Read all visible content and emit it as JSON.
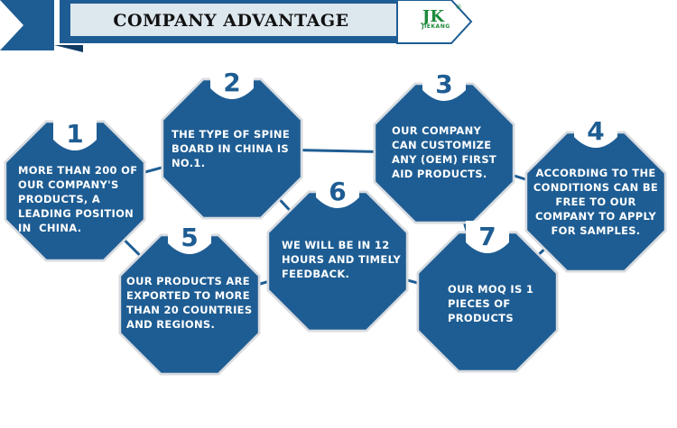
{
  "header": {
    "title": "COMPANY ADVANTAGE",
    "brand_letter": "JK",
    "brand_name": "JIEKANG",
    "trademark": "®"
  },
  "advantages": [
    {
      "number": "1",
      "lines": [
        "MORE THAN 200 OF",
        "OUR COMPANY'S",
        "PRODUCTS, A",
        "LEADING POSITION",
        "IN  CHINA."
      ]
    },
    {
      "number": "2",
      "lines": [
        "THE TYPE OF SPINE",
        "BOARD IN CHINA IS",
        "NO.1."
      ]
    },
    {
      "number": "3",
      "lines": [
        "OUR COMPANY",
        "CAN CUSTOMIZE",
        "ANY (OEM) FIRST",
        "AID PRODUCTS."
      ]
    },
    {
      "number": "4",
      "lines": [
        "ACCORDING TO THE",
        "CONDITIONS CAN BE",
        "FREE TO OUR",
        "COMPANY TO APPLY",
        "FOR SAMPLES."
      ]
    },
    {
      "number": "5",
      "lines": [
        "OUR PRODUCTS ARE",
        "EXPORTED TO MORE",
        "THAN 20 COUNTRIES",
        "AND REGIONS."
      ]
    },
    {
      "number": "6",
      "lines": [
        "WE WILL BE IN 12",
        "HOURS AND TIMELY",
        "FEEDBACK."
      ]
    },
    {
      "number": "7",
      "lines": [
        "OUR MOQ IS 1",
        "PIECES OF",
        "PRODUCTS"
      ]
    }
  ],
  "colors": {
    "octagon_fill": "#1e5d93",
    "octagon_ring": "#d7dbe0",
    "banner_blue": "#1e5d93",
    "banner_light": "#dde7ee",
    "brand_green": "#1d8a3a",
    "connector": "#1e5d93"
  }
}
